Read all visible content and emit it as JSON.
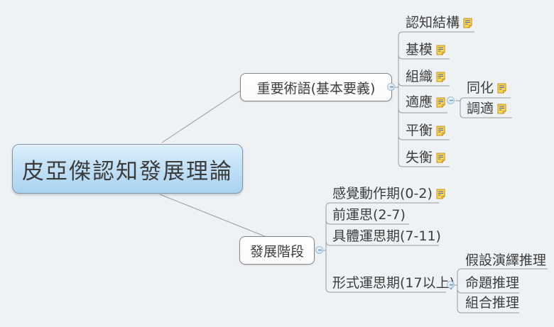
{
  "root": {
    "label": "皮亞傑認知發展理論"
  },
  "branches": [
    {
      "label": "重要術語(基本要義)",
      "collapsed": false,
      "children": [
        {
          "label": "認知結構",
          "has_note": true
        },
        {
          "label": "基模",
          "has_note": true
        },
        {
          "label": "組織",
          "has_note": true
        },
        {
          "label": "適應",
          "has_note": true,
          "collapsed": false,
          "children": [
            {
              "label": "同化",
              "has_note": true
            },
            {
              "label": "調適",
              "has_note": true
            }
          ]
        },
        {
          "label": "平衡",
          "has_note": true
        },
        {
          "label": "失衡",
          "has_note": true
        }
      ]
    },
    {
      "label": "發展階段",
      "collapsed": false,
      "children": [
        {
          "label": "感覺動作期(0-2)",
          "has_note": true
        },
        {
          "label": "前運思(2-7)",
          "has_note": false
        },
        {
          "label": "具體運思期(7-11)",
          "has_note": false
        },
        {
          "label": "形式運思期(17以上)",
          "has_note": false,
          "collapsed": false,
          "children": [
            {
              "label": "假設演繹推理",
              "has_note": false
            },
            {
              "label": "命題推理",
              "has_note": false
            },
            {
              "label": "組合推理",
              "has_note": false
            }
          ]
        }
      ]
    }
  ],
  "icons": {
    "note": "note-icon",
    "collapse": "collapse-minus-icon"
  },
  "colors": {
    "background": "#EFF2F5",
    "connector": "#999999",
    "text": "#3D3D3D",
    "root_fill_top": "#DBEEFB",
    "root_fill_bottom": "#A9D3F0",
    "root_border": "#7A96B2",
    "box_border": "#858585",
    "note_fill": "#FBD84E",
    "note_border": "#C4901C",
    "note_lines": "#3D64C8",
    "handle_fill": "#DCEBF7",
    "handle_border": "#93B8D4"
  }
}
